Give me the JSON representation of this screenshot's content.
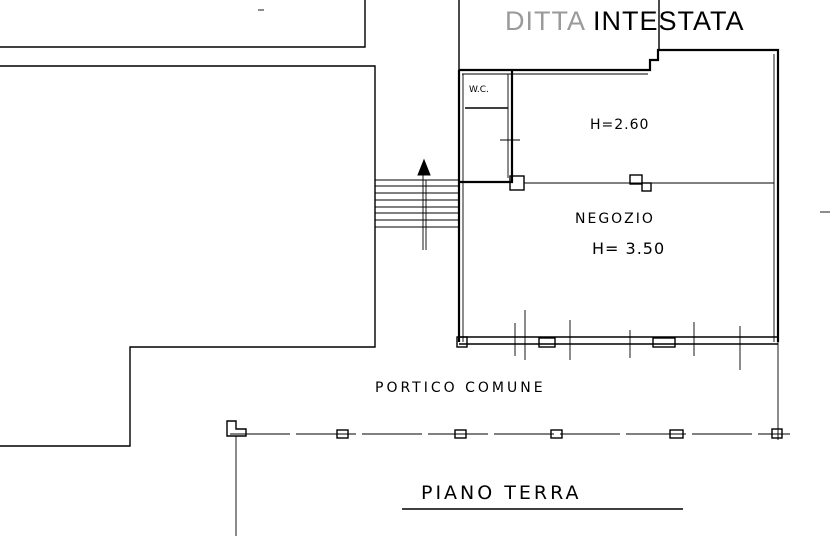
{
  "header": {
    "title_faded": "DITTA",
    "title_bold": "INTESTATA"
  },
  "rooms": {
    "wc_label": "W.C.",
    "upper_height": "H=2.60",
    "shop_name": "NEGOZIO",
    "shop_height": "H= 3.50"
  },
  "labels": {
    "portico": "PORTICO COMUNE",
    "floor": "PIANO TERRA"
  },
  "colors": {
    "ink": "#000000",
    "faded_ink": "#9a9a9a",
    "paper": "#ffffff"
  }
}
